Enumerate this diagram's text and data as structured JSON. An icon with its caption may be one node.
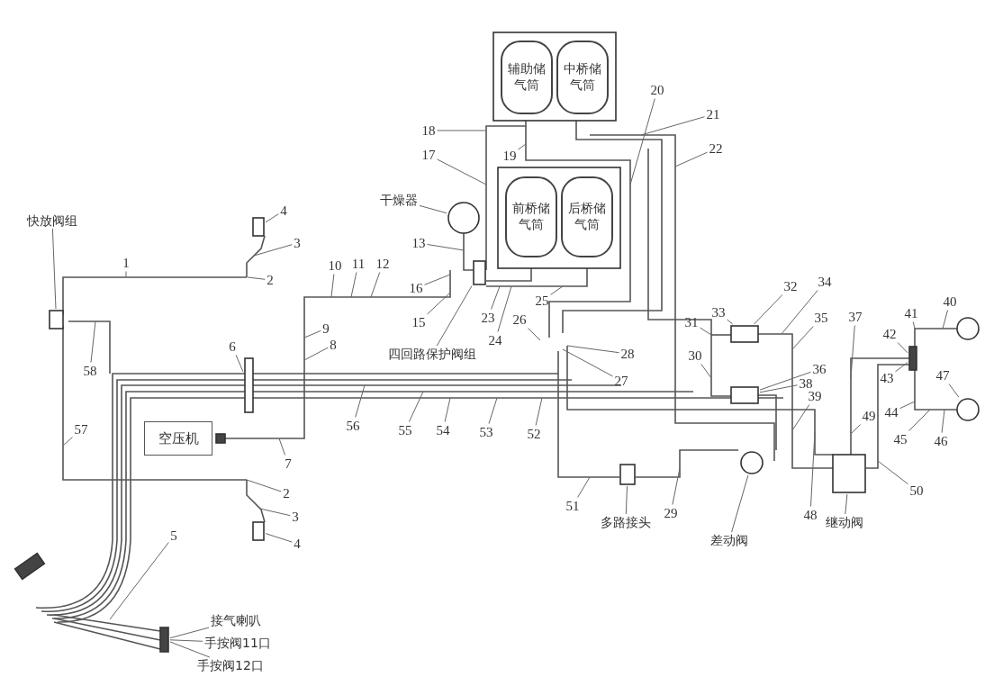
{
  "diagram": {
    "nodes": [
      {
        "text": [
          "辅助储气筒"
        ]
      },
      {
        "text": [
          "中桥储气筒"
        ]
      },
      {
        "text": [
          "20"
        ]
      },
      {
        "text": [
          "21"
        ]
      },
      {
        "text": [
          "18"
        ]
      },
      {
        "text": [
          "19"
        ]
      },
      {
        "text": [
          "22"
        ]
      },
      {
        "text": [
          "17"
        ]
      },
      {
        "text": [
          "前桥储气筒"
        ]
      },
      {
        "text": [
          "后桥储气筒"
        ]
      },
      {
        "text": [
          "干燥器"
        ]
      },
      {
        "text": [
          "4"
        ]
      },
      {
        "text": [
          "快放阀组"
        ]
      },
      {
        "text": [
          "3"
        ]
      },
      {
        "text": [
          "13"
        ]
      },
      {
        "text": [
          "1"
        ]
      },
      {
        "text": [
          "2"
        ]
      },
      {
        "text": [
          "10"
        ]
      },
      {
        "text": [
          "11"
        ]
      },
      {
        "text": [
          "12"
        ]
      },
      {
        "text": [
          "16"
        ]
      },
      {
        "text": [
          "25"
        ]
      },
      {
        "text": [
          "32"
        ]
      },
      {
        "text": [
          "34"
        ]
      },
      {
        "text": [
          "40"
        ]
      },
      {
        "text": [
          "41"
        ]
      },
      {
        "text": [
          "15"
        ]
      },
      {
        "text": [
          "23"
        ]
      },
      {
        "text": [
          "33"
        ]
      },
      {
        "text": [
          "26"
        ]
      },
      {
        "text": [
          "31"
        ]
      },
      {
        "text": [
          "35"
        ]
      },
      {
        "text": [
          "37"
        ]
      },
      {
        "text": [
          "42"
        ]
      },
      {
        "text": [
          "9"
        ]
      },
      {
        "text": [
          "24"
        ]
      },
      {
        "text": [
          "30"
        ]
      },
      {
        "text": [
          "四回路保护阀组"
        ]
      },
      {
        "text": [
          "28"
        ]
      },
      {
        "text": [
          "8"
        ]
      },
      {
        "text": [
          "6"
        ]
      },
      {
        "text": [
          "58"
        ]
      },
      {
        "text": [
          "36"
        ]
      },
      {
        "text": [
          "47"
        ]
      },
      {
        "text": [
          "43"
        ]
      },
      {
        "text": [
          "27"
        ]
      },
      {
        "text": [
          "38"
        ]
      },
      {
        "text": [
          "39"
        ]
      },
      {
        "text": [
          "44"
        ]
      },
      {
        "text": [
          "56"
        ]
      },
      {
        "text": [
          "55"
        ]
      },
      {
        "text": [
          "54"
        ]
      },
      {
        "text": [
          "53"
        ]
      },
      {
        "text": [
          "52"
        ]
      },
      {
        "text": [
          "49"
        ]
      },
      {
        "text": [
          "57"
        ]
      },
      {
        "text": [
          "空压机"
        ]
      },
      {
        "text": [
          "7"
        ]
      },
      {
        "text": [
          "45"
        ]
      },
      {
        "text": [
          "46"
        ]
      },
      {
        "text": [
          "2"
        ]
      },
      {
        "text": [
          "48"
        ]
      },
      {
        "text": [
          "51"
        ]
      },
      {
        "text": [
          "50"
        ]
      },
      {
        "text": [
          "29"
        ]
      },
      {
        "text": [
          "3"
        ]
      },
      {
        "text": [
          "多路接头"
        ]
      },
      {
        "text": [
          "继动阀"
        ]
      },
      {
        "text": [
          "差动阀"
        ]
      },
      {
        "text": [
          "5"
        ]
      },
      {
        "text": [
          "4"
        ]
      },
      {
        "text": [
          "接气喇叭"
        ]
      },
      {
        "text": [
          "手按阀11口"
        ]
      },
      {
        "text": [
          "手按阀12口"
        ]
      },
      {
        "text": [],
        "shape": "circle"
      },
      {
        "text": [],
        "shape": "box"
      },
      {
        "text": [],
        "shape": "box"
      },
      {
        "text": [],
        "shape": "box"
      },
      {
        "text": [],
        "shape": "box"
      },
      {
        "text": [],
        "shape": "box"
      },
      {
        "text": [],
        "shape": "circle"
      },
      {
        "text": [],
        "shape": "box"
      },
      {
        "text": [],
        "shape": "bar"
      },
      {
        "text": [],
        "shape": "box"
      },
      {
        "text": [],
        "shape": "box"
      },
      {
        "text": [],
        "shape": "circle"
      },
      {
        "text": [],
        "shape": "circle"
      },
      {
        "text": [],
        "shape": "box"
      },
      {
        "text": [],
        "shape": "bar"
      }
    ],
    "edges": [
      {
        "from": 2,
        "to": null,
        "arrow": "none"
      },
      {
        "from": 3,
        "to": null,
        "arrow": "none"
      },
      {
        "from": 4,
        "to": null,
        "arrow": "none"
      },
      {
        "from": 5,
        "to": null,
        "arrow": "none"
      },
      {
        "from": 6,
        "to": null,
        "arrow": "none"
      },
      {
        "from": 7,
        "to": null,
        "arrow": "none"
      },
      {
        "from": 10,
        "to": 74,
        "arrow": "none"
      },
      {
        "from": 11,
        "to": 83,
        "arrow": "none"
      },
      {
        "from": 12,
        "to": 75,
        "arrow": "none"
      },
      {
        "from": 13,
        "to": null,
        "arrow": "none"
      },
      {
        "from": 14,
        "to": null,
        "arrow": "none"
      },
      {
        "from": 15,
        "to": null,
        "arrow": "none"
      },
      {
        "from": 16,
        "to": null,
        "arrow": "none"
      },
      {
        "from": 17,
        "to": null,
        "arrow": "none"
      },
      {
        "from": 18,
        "to": null,
        "arrow": "none"
      },
      {
        "from": 19,
        "to": null,
        "arrow": "none"
      },
      {
        "from": 20,
        "to": null,
        "arrow": "none"
      },
      {
        "from": 21,
        "to": null,
        "arrow": "none"
      },
      {
        "from": 22,
        "to": 77,
        "arrow": "none"
      },
      {
        "from": 23,
        "to": null,
        "arrow": "none"
      },
      {
        "from": 24,
        "to": null,
        "arrow": "none"
      },
      {
        "from": 25,
        "to": null,
        "arrow": "none"
      },
      {
        "from": 26,
        "to": null,
        "arrow": "none"
      },
      {
        "from": 27,
        "to": null,
        "arrow": "none"
      },
      {
        "from": 28,
        "to": 77,
        "arrow": "none"
      },
      {
        "from": 29,
        "to": null,
        "arrow": "none"
      },
      {
        "from": 30,
        "to": null,
        "arrow": "none"
      },
      {
        "from": 31,
        "to": null,
        "arrow": "none"
      },
      {
        "from": 32,
        "to": null,
        "arrow": "none"
      },
      {
        "from": 33,
        "to": 82,
        "arrow": "none"
      },
      {
        "from": 34,
        "to": null,
        "arrow": "none"
      },
      {
        "from": 35,
        "to": null,
        "arrow": "none"
      },
      {
        "from": 36,
        "to": null,
        "arrow": "none"
      },
      {
        "from": 37,
        "to": 76,
        "arrow": "none"
      },
      {
        "from": 38,
        "to": null,
        "arrow": "none"
      },
      {
        "from": 39,
        "to": null,
        "arrow": "none"
      },
      {
        "from": 40,
        "to": 87,
        "arrow": "none"
      },
      {
        "from": 41,
        "to": null,
        "arrow": "none"
      },
      {
        "from": 42,
        "to": 78,
        "arrow": "none"
      },
      {
        "from": 43,
        "to": 86,
        "arrow": "none"
      },
      {
        "from": 44,
        "to": 82,
        "arrow": "none"
      },
      {
        "from": 45,
        "to": null,
        "arrow": "none"
      },
      {
        "from": 46,
        "to": 78,
        "arrow": "none"
      },
      {
        "from": 47,
        "to": null,
        "arrow": "none"
      },
      {
        "from": 48,
        "to": null,
        "arrow": "none"
      },
      {
        "from": 49,
        "to": null,
        "arrow": "none"
      },
      {
        "from": 50,
        "to": null,
        "arrow": "none"
      },
      {
        "from": 51,
        "to": null,
        "arrow": "none"
      },
      {
        "from": 52,
        "to": null,
        "arrow": "none"
      },
      {
        "from": 53,
        "to": null,
        "arrow": "none"
      },
      {
        "from": 54,
        "to": null,
        "arrow": "none"
      },
      {
        "from": 55,
        "to": null,
        "arrow": "none"
      },
      {
        "from": 57,
        "to": null,
        "arrow": "none"
      },
      {
        "from": 58,
        "to": null,
        "arrow": "none"
      },
      {
        "from": 59,
        "to": null,
        "arrow": "none"
      },
      {
        "from": 60,
        "to": null,
        "arrow": "none"
      },
      {
        "from": 61,
        "to": null,
        "arrow": "none"
      },
      {
        "from": 62,
        "to": null,
        "arrow": "none"
      },
      {
        "from": 63,
        "to": null,
        "arrow": "none"
      },
      {
        "from": 64,
        "to": null,
        "arrow": "none"
      },
      {
        "from": 65,
        "to": null,
        "arrow": "none"
      },
      {
        "from": 66,
        "to": 79,
        "arrow": "none"
      },
      {
        "from": 67,
        "to": 81,
        "arrow": "none"
      },
      {
        "from": 68,
        "to": 80,
        "arrow": "none"
      },
      {
        "from": 69,
        "to": null,
        "arrow": "none"
      },
      {
        "from": 70,
        "to": 84,
        "arrow": "none"
      },
      {
        "from": 71,
        "to": 88,
        "arrow": "none"
      },
      {
        "from": 72,
        "to": 88,
        "arrow": "none"
      },
      {
        "from": 73,
        "to": 88,
        "arrow": "none"
      }
    ]
  }
}
